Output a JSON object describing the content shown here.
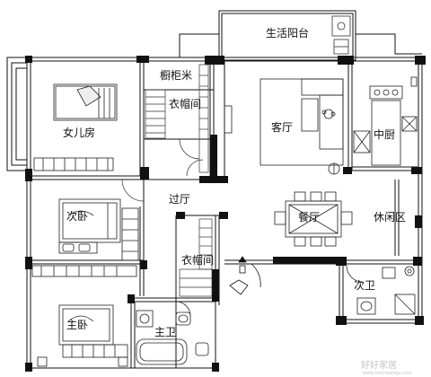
{
  "rooms": {
    "balcony": "生活阳台",
    "daughter_room": "女儿房",
    "cabinet": "橱柜米",
    "closet_top": "衣帽间",
    "living_room": "客厅",
    "kitchen": "中厨",
    "corridor": "过厅",
    "second_bedroom": "次卧",
    "dining_room": "餐厅",
    "leisure_area": "休闲区",
    "closet_mid": "衣帽间",
    "master_bedroom": "主卧",
    "master_bath": "主卫",
    "second_bath": "次卫"
  },
  "watermark": {
    "main": "好好家居",
    "sub": "www.haohaojiaju.com"
  }
}
